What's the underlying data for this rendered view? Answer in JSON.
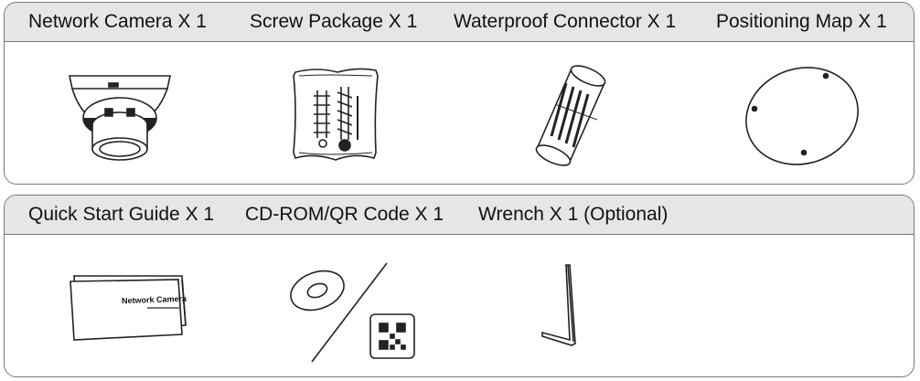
{
  "sections": [
    {
      "items": [
        {
          "label": "Network Camera X 1",
          "icon": "network-camera-icon"
        },
        {
          "label": "Screw Package X 1",
          "icon": "screw-package-icon"
        },
        {
          "label": "Waterproof Connector X 1",
          "icon": "waterproof-connector-icon"
        },
        {
          "label": "Positioning Map X 1",
          "icon": "positioning-map-icon"
        }
      ]
    },
    {
      "items": [
        {
          "label": "Quick Start Guide X 1",
          "icon": "quick-start-guide-icon",
          "cover_text": "Network Camera"
        },
        {
          "label": "CD-ROM/QR Code X 1",
          "icon": "cd-rom-qr-code-icon"
        },
        {
          "label": "Wrench X 1 (Optional)",
          "icon": "wrench-icon"
        }
      ]
    }
  ],
  "colors": {
    "header_bg": "#e6e6e6",
    "border": "#777777",
    "line_art": "#222222"
  }
}
